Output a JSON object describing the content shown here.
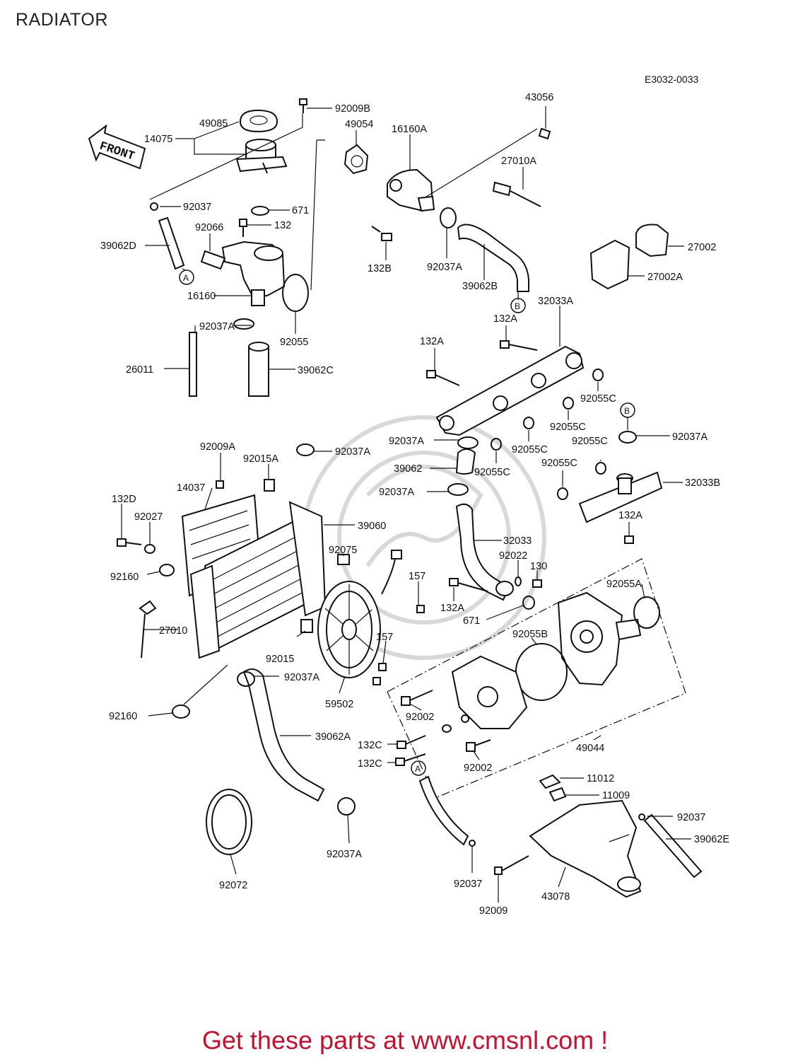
{
  "title": "RADIATOR",
  "diagram_code": "E3032-0033",
  "front_arrow_label": "FRONT",
  "footer": "Get these parts at www.cmsnl.com !",
  "parts": [
    {
      "id": "p92009B",
      "label": "92009B"
    },
    {
      "id": "p43056",
      "label": "43056"
    },
    {
      "id": "p49085",
      "label": "49085"
    },
    {
      "id": "p49054",
      "label": "49054"
    },
    {
      "id": "p16160A",
      "label": "16160A"
    },
    {
      "id": "p14075",
      "label": "14075"
    },
    {
      "id": "p27010A",
      "label": "27010A"
    },
    {
      "id": "p92037a",
      "label": "92037"
    },
    {
      "id": "p671a",
      "label": "671"
    },
    {
      "id": "p92066",
      "label": "92066"
    },
    {
      "id": "p132",
      "label": "132"
    },
    {
      "id": "p39062D",
      "label": "39062D"
    },
    {
      "id": "p132B",
      "label": "132B"
    },
    {
      "id": "p92037Aa",
      "label": "92037A"
    },
    {
      "id": "p27002",
      "label": "27002"
    },
    {
      "id": "p27002A",
      "label": "27002A"
    },
    {
      "id": "p16160",
      "label": "16160"
    },
    {
      "id": "p39062B",
      "label": "39062B"
    },
    {
      "id": "p32033A",
      "label": "32033A"
    },
    {
      "id": "p132Aa",
      "label": "132A"
    },
    {
      "id": "p92037Ab",
      "label": "92037A"
    },
    {
      "id": "p92055",
      "label": "92055"
    },
    {
      "id": "p132Ab",
      "label": "132A"
    },
    {
      "id": "p26011",
      "label": "26011"
    },
    {
      "id": "p39062C",
      "label": "39062C"
    },
    {
      "id": "p92055Ca",
      "label": "92055C"
    },
    {
      "id": "p92055Cb",
      "label": "92055C"
    },
    {
      "id": "p92037Ac",
      "label": "92037A"
    },
    {
      "id": "p92055Cc",
      "label": "92055C"
    },
    {
      "id": "p92055Cd",
      "label": "92055C"
    },
    {
      "id": "p92037Ad",
      "label": "92037A"
    },
    {
      "id": "p92009A",
      "label": "92009A"
    },
    {
      "id": "p92037Ae",
      "label": "92037A"
    },
    {
      "id": "p92015A",
      "label": "92015A"
    },
    {
      "id": "p39062",
      "label": "39062"
    },
    {
      "id": "p92055Ce",
      "label": "92055C"
    },
    {
      "id": "p92055Cf",
      "label": "92055C"
    },
    {
      "id": "p14037",
      "label": "14037"
    },
    {
      "id": "p92037Af",
      "label": "92037A"
    },
    {
      "id": "p32033B",
      "label": "32033B"
    },
    {
      "id": "p132D",
      "label": "132D"
    },
    {
      "id": "p92027",
      "label": "92027"
    },
    {
      "id": "p39060",
      "label": "39060"
    },
    {
      "id": "p132Ac",
      "label": "132A"
    },
    {
      "id": "p32033",
      "label": "32033"
    },
    {
      "id": "p92075",
      "label": "92075"
    },
    {
      "id": "p92022",
      "label": "92022"
    },
    {
      "id": "p130",
      "label": "130"
    },
    {
      "id": "p92160a",
      "label": "92160"
    },
    {
      "id": "p157a",
      "label": "157"
    },
    {
      "id": "p92055A",
      "label": "92055A"
    },
    {
      "id": "p132Ad",
      "label": "132A"
    },
    {
      "id": "p671b",
      "label": "671"
    },
    {
      "id": "p27010",
      "label": "27010"
    },
    {
      "id": "p92055B",
      "label": "92055B"
    },
    {
      "id": "p157b",
      "label": "157"
    },
    {
      "id": "p92015",
      "label": "92015"
    },
    {
      "id": "p92037Ag",
      "label": "92037A"
    },
    {
      "id": "p59502",
      "label": "59502"
    },
    {
      "id": "p92160b",
      "label": "92160"
    },
    {
      "id": "p92002a",
      "label": "92002"
    },
    {
      "id": "p49044",
      "label": "49044"
    },
    {
      "id": "p39062A",
      "label": "39062A"
    },
    {
      "id": "p132Ca",
      "label": "132C"
    },
    {
      "id": "p132Cb",
      "label": "132C"
    },
    {
      "id": "p92002b",
      "label": "92002"
    },
    {
      "id": "p11012",
      "label": "11012"
    },
    {
      "id": "p11009",
      "label": "11009"
    },
    {
      "id": "p92037b",
      "label": "92037"
    },
    {
      "id": "p39062E",
      "label": "39062E"
    },
    {
      "id": "p92037Ah",
      "label": "92037A"
    },
    {
      "id": "p92037c",
      "label": "92037"
    },
    {
      "id": "p92072",
      "label": "92072"
    },
    {
      "id": "p43078",
      "label": "43078"
    },
    {
      "id": "p92009",
      "label": "92009"
    }
  ],
  "connectors": [
    {
      "id": "A1",
      "letter": "A"
    },
    {
      "id": "B1",
      "letter": "B"
    },
    {
      "id": "B2",
      "letter": "B"
    },
    {
      "id": "A2",
      "letter": "A"
    }
  ]
}
